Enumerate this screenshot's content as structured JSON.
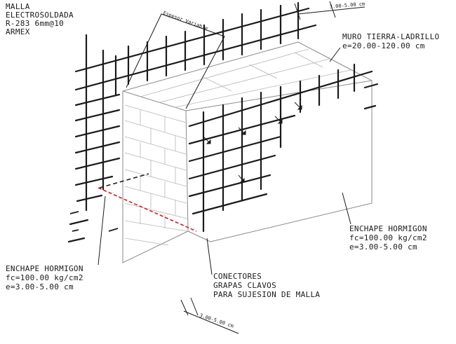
{
  "labels": {
    "malla": [
      "MALLA",
      "ELECTROSOLDADA",
      "R-283 6mm@10",
      "ARMEX"
    ],
    "muro": [
      "MURO TIERRA-LADRILLO",
      "e=20.00-120.00 cm"
    ],
    "enchape_right": [
      "ENCHAPE HORMIGON",
      "fc=100.00 kg/cm2",
      "e=3.00-5.00 cm"
    ],
    "enchape_left": [
      "ENCHAPE HORMIGON",
      "fc=100.00 kg/cm2",
      "e=3.00-5.00 cm"
    ],
    "conectores": [
      "CONECTORES",
      "GRAPAS CLAVOS",
      "PARA SUJESION DE MALLA"
    ],
    "espesor": "Espesor Variable",
    "dim_top": "3.00-5.00 cm",
    "dim_bottom": "3.00-5.00 cm"
  },
  "colors": {
    "ink": "#1a1a1a",
    "outline": "#8a8a8a",
    "brick": "#b5b5b5",
    "hidden_red": "#d21e1e"
  }
}
